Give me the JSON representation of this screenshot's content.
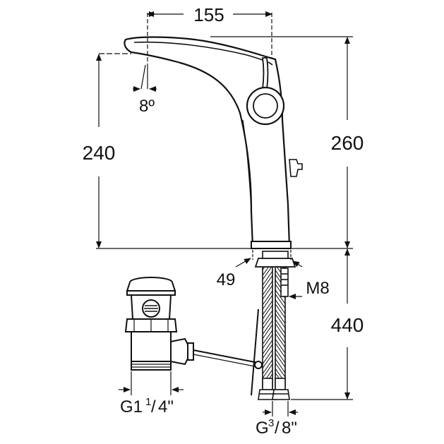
{
  "dimensions": {
    "spout_reach": "155",
    "spout_angle": "8º",
    "spout_height": "240",
    "overall_height": "260",
    "base_diameter": "49",
    "stud_thread": "M8",
    "hose_length": "440",
    "waste_thread": "G1",
    "waste_thread_num": "1",
    "waste_thread_den": "4\"",
    "hose_thread": "G",
    "hose_thread_num": "3",
    "hose_thread_den": "8\""
  },
  "colors": {
    "line": "#111111",
    "background": "#ffffff"
  }
}
